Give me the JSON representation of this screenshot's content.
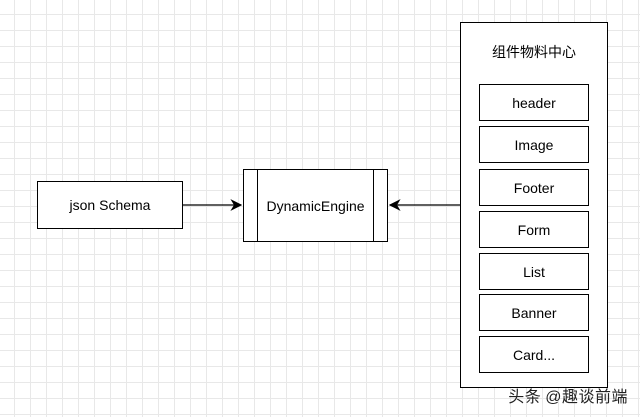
{
  "json_node": {
    "label": "json Schema"
  },
  "engine_node": {
    "label": "DynamicEngine"
  },
  "component_center": {
    "title": "组件物料中心",
    "items": [
      "header",
      "Image",
      "Footer",
      "Form",
      "List",
      "Banner",
      "Card..."
    ]
  },
  "watermark": {
    "brand": "头条",
    "handle": "@趣谈前端"
  },
  "colors": {
    "line": "#000000",
    "background": "#ffffff",
    "grid": "#e8e8e8"
  }
}
